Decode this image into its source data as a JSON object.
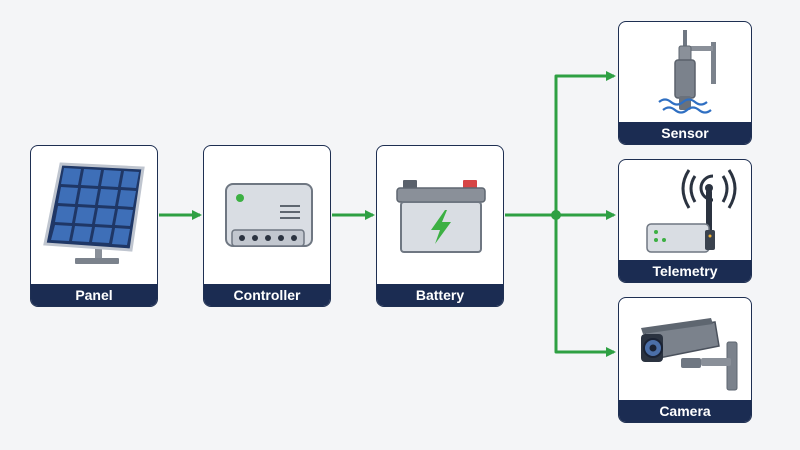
{
  "colors": {
    "background": "#f4f5f7",
    "card_border": "#1e2f52",
    "label_bar": "#1b2c52",
    "connector": "#2ea043"
  },
  "nodes": {
    "panel": {
      "label": "Panel",
      "icon": "solar-panel-icon"
    },
    "controller": {
      "label": "Controller",
      "icon": "charge-controller-icon"
    },
    "battery": {
      "label": "Battery",
      "icon": "battery-icon"
    },
    "sensor": {
      "label": "Sensor",
      "icon": "water-sensor-icon"
    },
    "telemetry": {
      "label": "Telemetry",
      "icon": "radio-transmitter-icon"
    },
    "camera": {
      "label": "Camera",
      "icon": "security-camera-icon"
    }
  },
  "edges": [
    {
      "from": "Panel",
      "to": "Controller"
    },
    {
      "from": "Controller",
      "to": "Battery"
    },
    {
      "from": "Battery",
      "to": "Sensor"
    },
    {
      "from": "Battery",
      "to": "Telemetry"
    },
    {
      "from": "Battery",
      "to": "Camera"
    }
  ]
}
